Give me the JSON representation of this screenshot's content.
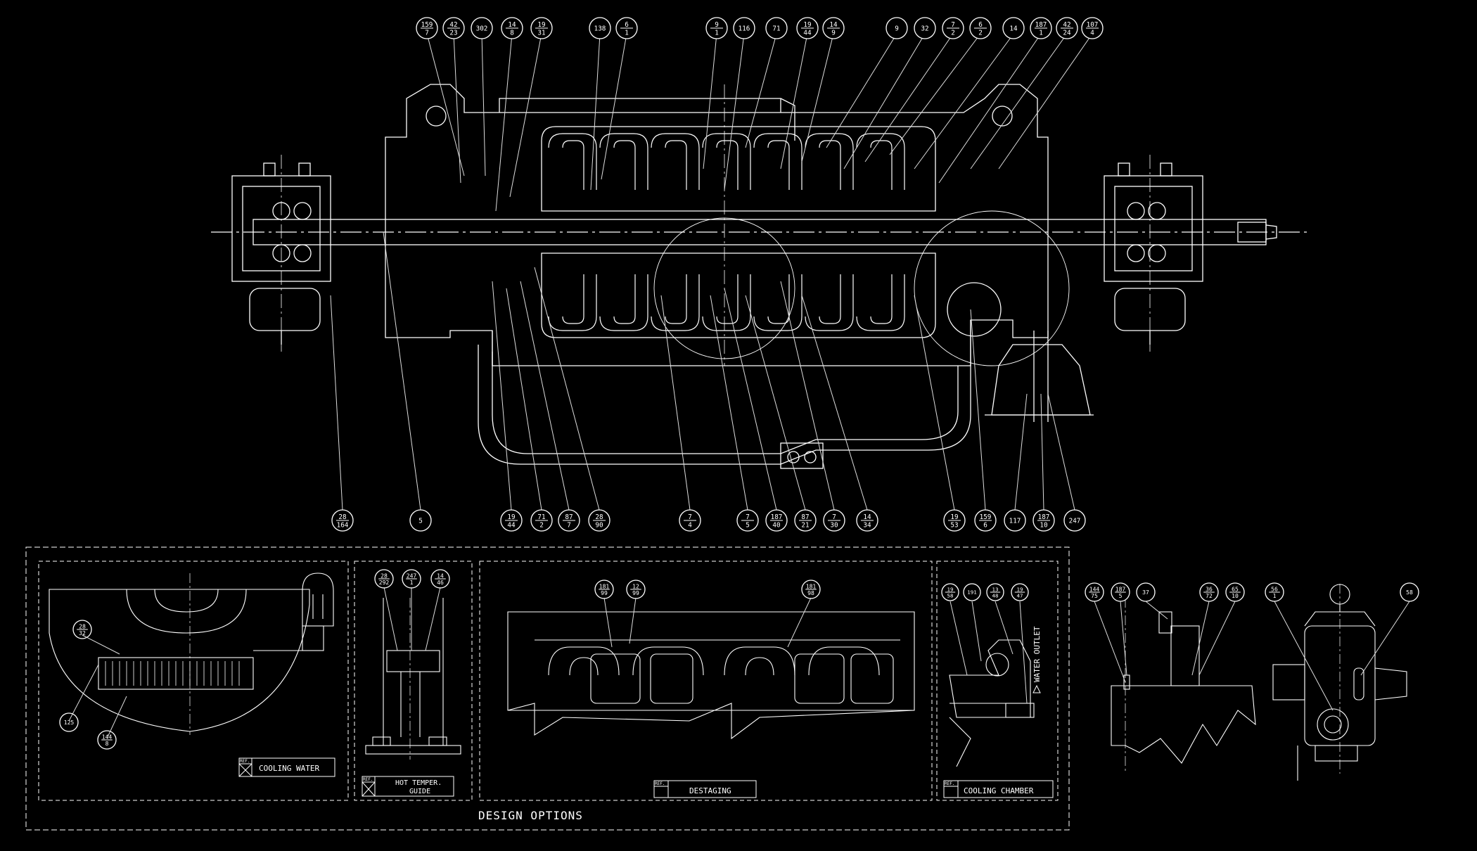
{
  "colors": {
    "background": "#000000",
    "ink": "#ffffff"
  },
  "top_balloons": [
    {
      "top": "159",
      "bottom": "7"
    },
    {
      "top": "42",
      "bottom": "23"
    },
    {
      "top": "302",
      "bottom": null
    },
    {
      "top": "14",
      "bottom": "8"
    },
    {
      "top": "19",
      "bottom": "31"
    },
    {
      "top": "138",
      "bottom": null
    },
    {
      "top": "6",
      "bottom": "1"
    },
    {
      "top": "9",
      "bottom": "1"
    },
    {
      "top": "116",
      "bottom": null
    },
    {
      "top": "71",
      "bottom": null
    },
    {
      "top": "19",
      "bottom": "44"
    },
    {
      "top": "14",
      "bottom": "9"
    },
    {
      "top": "9",
      "bottom": null
    },
    {
      "top": "32",
      "bottom": null
    },
    {
      "top": "7",
      "bottom": "2"
    },
    {
      "top": "6",
      "bottom": "2"
    },
    {
      "top": "14",
      "bottom": null
    },
    {
      "top": "187",
      "bottom": "1"
    },
    {
      "top": "42",
      "bottom": "24"
    },
    {
      "top": "107",
      "bottom": "4"
    }
  ],
  "bottom_balloons": [
    {
      "top": "28",
      "bottom": "164"
    },
    {
      "top": "5",
      "bottom": null
    },
    {
      "top": "19",
      "bottom": "44"
    },
    {
      "top": "71",
      "bottom": "2"
    },
    {
      "top": "87",
      "bottom": "7"
    },
    {
      "top": "28",
      "bottom": "90"
    },
    {
      "top": "7",
      "bottom": "4"
    },
    {
      "top": "7",
      "bottom": "5"
    },
    {
      "top": "187",
      "bottom": "40"
    },
    {
      "top": "87",
      "bottom": "21"
    },
    {
      "top": "7",
      "bottom": "30"
    },
    {
      "top": "14",
      "bottom": "34"
    },
    {
      "top": "19",
      "bottom": "53"
    },
    {
      "top": "159",
      "bottom": "6"
    },
    {
      "top": "117",
      "bottom": null
    },
    {
      "top": "187",
      "bottom": "10"
    },
    {
      "top": "247",
      "bottom": null
    }
  ],
  "design_options": {
    "title": "DESIGN OPTIONS",
    "cooling_water": {
      "ref": "REF.",
      "label": "COOLING WATER",
      "balloons": [
        {
          "top": "28",
          "bottom": "32"
        },
        {
          "top": "125",
          "bottom": null
        },
        {
          "top": "144",
          "bottom": "8"
        }
      ]
    },
    "hot_temper_guide": {
      "ref": "REF.",
      "label_line1": "HOT TEMPER.",
      "label_line2": "GUIDE",
      "balloons": [
        {
          "top": "28",
          "bottom": "292"
        },
        {
          "top": "247",
          "bottom": "1"
        },
        {
          "top": "14",
          "bottom": "46"
        }
      ]
    },
    "destaging": {
      "ref": "REF.",
      "label": "DESTAGING",
      "balloons": [
        {
          "top": "181",
          "bottom": "99"
        },
        {
          "top": "12",
          "bottom": "99"
        },
        {
          "top": "181",
          "bottom": "98"
        }
      ]
    },
    "cooling_chamber": {
      "ref": "REF.",
      "label": "COOLING CHAMBER",
      "outlet": "WATER OUTLET",
      "balloons": [
        {
          "top": "19",
          "bottom": "58"
        },
        {
          "top": "191",
          "bottom": null
        },
        {
          "top": "13",
          "bottom": "48"
        },
        {
          "top": "19",
          "bottom": "47"
        }
      ]
    }
  },
  "side_balloons": [
    {
      "top": "144",
      "bottom": "75"
    },
    {
      "top": "187",
      "bottom": "5"
    },
    {
      "top": "37",
      "bottom": null
    },
    {
      "top": "36",
      "bottom": "72"
    },
    {
      "top": "65",
      "bottom": "10"
    },
    {
      "top": "56",
      "bottom": "1"
    },
    {
      "top": "58",
      "bottom": null
    }
  ]
}
